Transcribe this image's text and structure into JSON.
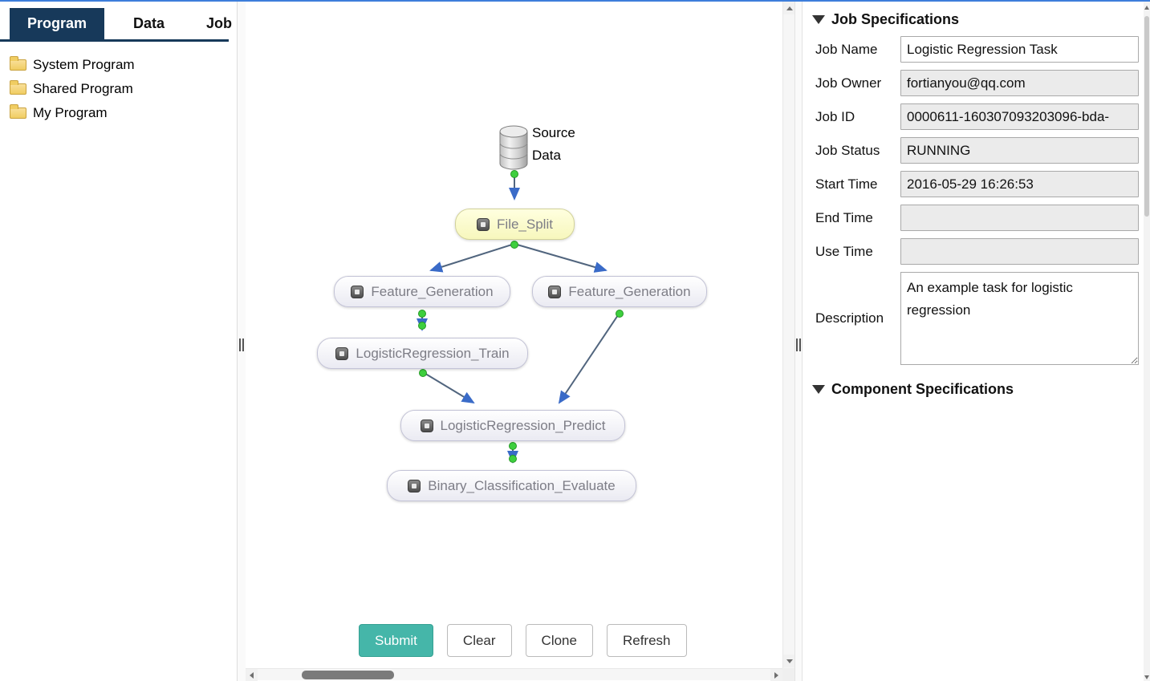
{
  "tabs": {
    "program": "Program",
    "data": "Data",
    "job": "Job"
  },
  "sidebar": {
    "items": [
      {
        "label": "System Program"
      },
      {
        "label": "Shared Program"
      },
      {
        "label": "My Program"
      }
    ]
  },
  "canvas": {
    "source": {
      "line1": "Source",
      "line2": "Data"
    },
    "nodes": [
      {
        "id": "file-split",
        "label": "File_Split",
        "selected": true
      },
      {
        "id": "feature-generation-left",
        "label": "Feature_Generation"
      },
      {
        "id": "feature-generation-right",
        "label": "Feature_Generation"
      },
      {
        "id": "logistic-regression-train",
        "label": "LogisticRegression_Train"
      },
      {
        "id": "logistic-regression-predict",
        "label": "LogisticRegression_Predict"
      },
      {
        "id": "binary-classification-evaluate",
        "label": "Binary_Classification_Evaluate"
      }
    ],
    "buttons": {
      "submit": "Submit",
      "clear": "Clear",
      "clone": "Clone",
      "refresh": "Refresh"
    }
  },
  "job_specs": {
    "title": "Job Specifications",
    "job_name_label": "Job Name",
    "job_name_value": "Logistic Regression Task",
    "job_owner_label": "Job Owner",
    "job_owner_value": "fortianyou@qq.com",
    "job_id_label": "Job ID",
    "job_id_value": "0000611-160307093203096-bda-",
    "job_status_label": "Job Status",
    "job_status_value": "RUNNING",
    "start_time_label": "Start Time",
    "start_time_value": "2016-05-29 16:26:53",
    "end_time_label": "End Time",
    "end_time_value": "",
    "use_time_label": "Use Time",
    "use_time_value": "",
    "description_label": "Description",
    "description_value": "An example task for logistic regression"
  },
  "component_specs": {
    "title": "Component Specifications"
  },
  "colors": {
    "tab_active": "#17395a",
    "submit_button": "#45b6a9",
    "selected_node": "#fdfdc9",
    "port_green": "#3ecf3e",
    "arrow_blue": "#3a6bc8",
    "edge_line": "#51657e"
  }
}
